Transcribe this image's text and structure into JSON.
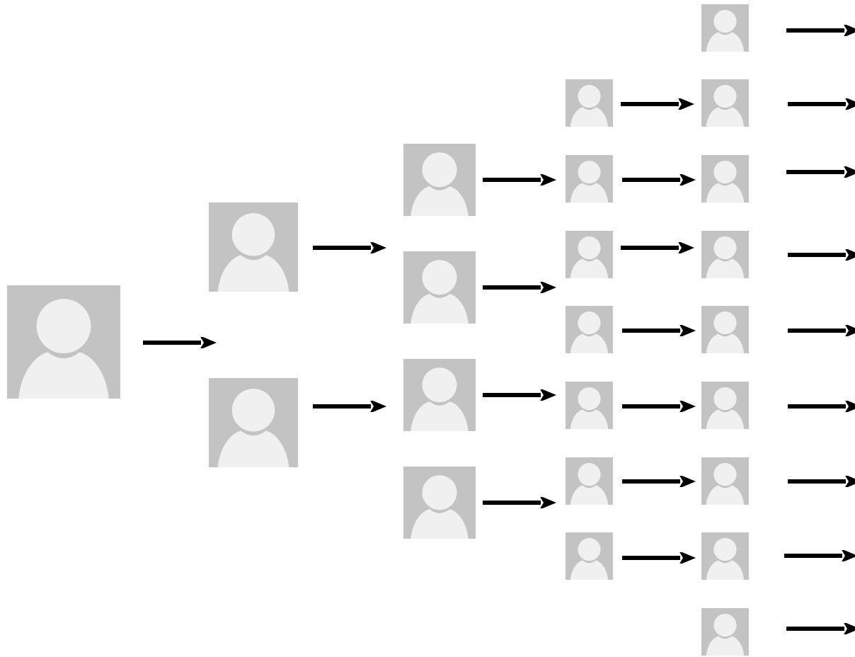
{
  "colors": {
    "avatar_background": "#c3c3c3",
    "avatar_figure": "#f0f0f0",
    "arrow": "#000000",
    "page_background": "#ffffff"
  },
  "icons": {
    "avatar": "user-silhouette-icon",
    "arrow": "right-arrow-icon"
  },
  "tree": {
    "levels": [
      {
        "level": 1,
        "node_count": 1
      },
      {
        "level": 2,
        "node_count": 2
      },
      {
        "level": 3,
        "node_count": 4
      },
      {
        "level": 4,
        "node_count": 7
      },
      {
        "level": 5,
        "node_count": 9
      }
    ],
    "outgoing_arrows_from_last_level": 9
  }
}
